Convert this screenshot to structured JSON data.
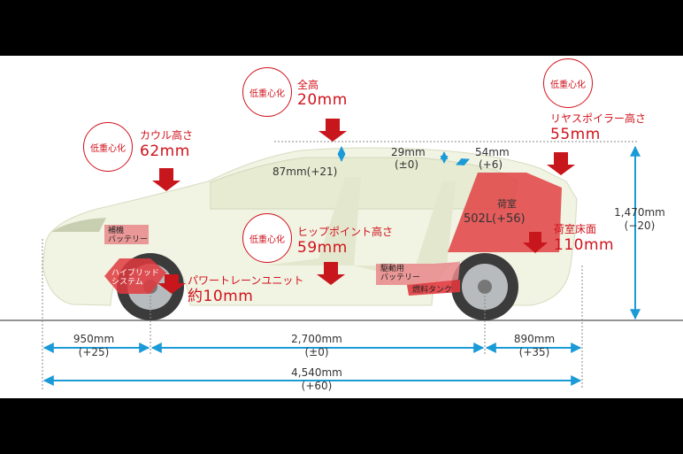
{
  "badge_label": "低重心化",
  "callouts": {
    "cowl": {
      "label": "カウル高さ",
      "value": "62mm"
    },
    "roof": {
      "label": "全高",
      "value": "20mm"
    },
    "spoiler": {
      "label": "リヤスポイラー高さ",
      "value": "55mm"
    },
    "hip": {
      "label": "ヒップポイント高さ",
      "value": "59mm"
    },
    "powertrain": {
      "label": "パワートレーンユニット",
      "value": "約10mm"
    },
    "cargo_floor": {
      "label": "荷室床面",
      "value": "110mm"
    }
  },
  "cabin_dims": {
    "front_headroom": "87mm(+21)",
    "rear_headroom_line1": "29mm",
    "rear_headroom_line2": "(±0)",
    "rear_clear_line1": "54mm",
    "rear_clear_line2": "(+6)"
  },
  "cargo": {
    "label": "荷室",
    "value": "502L(+56)"
  },
  "components": {
    "aux_battery": [
      "補機",
      "バッテリー"
    ],
    "hybrid_system": [
      "ハイブリッド",
      "システム"
    ],
    "drive_battery": [
      "駆動用",
      "バッテリー"
    ],
    "fuel_tank": "燃料タンク"
  },
  "dimensions": {
    "front_overhang": [
      "950mm",
      "(+25)"
    ],
    "wheelbase": [
      "2,700mm",
      "(±0)"
    ],
    "rear_overhang": [
      "890mm",
      "(+35)"
    ],
    "overall_length": [
      "4,540mm",
      "(+60)"
    ],
    "height": [
      "1,470mm",
      "(−20)"
    ]
  },
  "colors": {
    "accent_red": "#d0121b",
    "dim_blue": "#1a9ad6",
    "car_body": "#f1f3e3",
    "highlight_red": "#e03a3e"
  }
}
